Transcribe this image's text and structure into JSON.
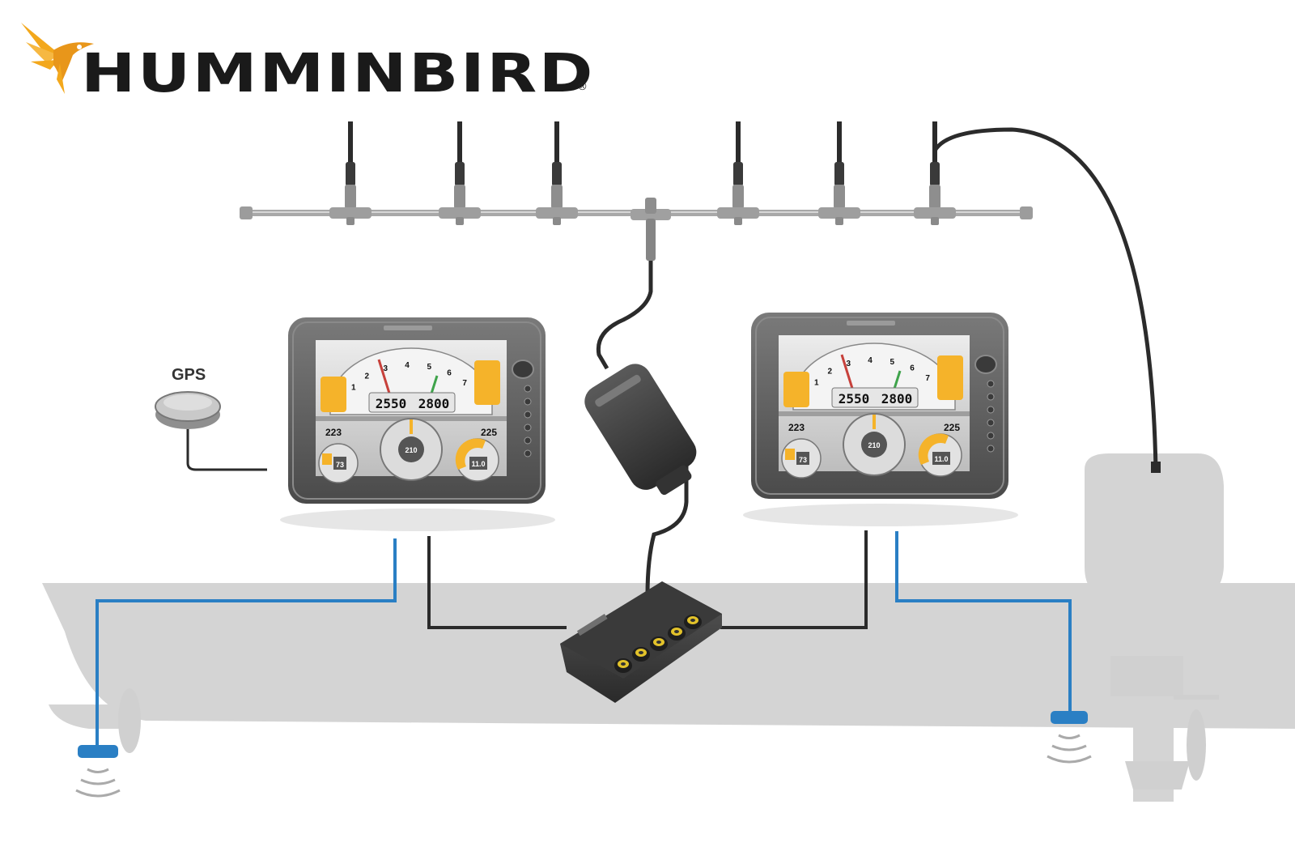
{
  "brand": {
    "name": "HUMMINBIRD",
    "registered_mark": "®"
  },
  "labels": {
    "gps": "GPS"
  },
  "display_readouts": {
    "rpm_left": "2550",
    "rpm_right": "2800",
    "left_value": "223",
    "right_value": "225",
    "center_value": "210",
    "lower_left": "73",
    "lower_right": "11.0",
    "dial_digits": [
      "1",
      "2",
      "3",
      "4",
      "5",
      "6",
      "7"
    ]
  },
  "colors": {
    "background": "#ffffff",
    "logo_accent": "#f3a81c",
    "boat_hull": "#d4d4d4",
    "transducer_cable": "#2a7fc4",
    "network_cable": "#2b2b2b",
    "display_frame": "#555555",
    "gauge_highlight": "#f5b32a"
  },
  "icons": {
    "logo": "hummingbird-logo-icon",
    "gps": "gps-puck-icon",
    "sonar": "sonar-wave-icon"
  }
}
